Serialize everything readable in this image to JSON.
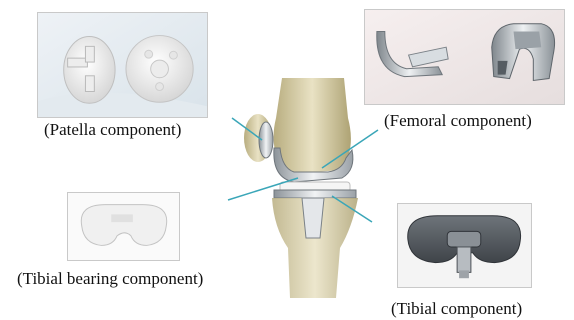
{
  "captions": {
    "patella": "(Patella component)",
    "femoral": "(Femoral component)",
    "bearing": "(Tibial bearing component)",
    "tibial": "(Tibial component)"
  },
  "colors": {
    "pointer_line": "#3aa6b8",
    "photo_border": "#c9c9c9",
    "bone": "#d8cfa6",
    "metal": "#c8ccd0",
    "plastic": "#f2f2f2"
  }
}
